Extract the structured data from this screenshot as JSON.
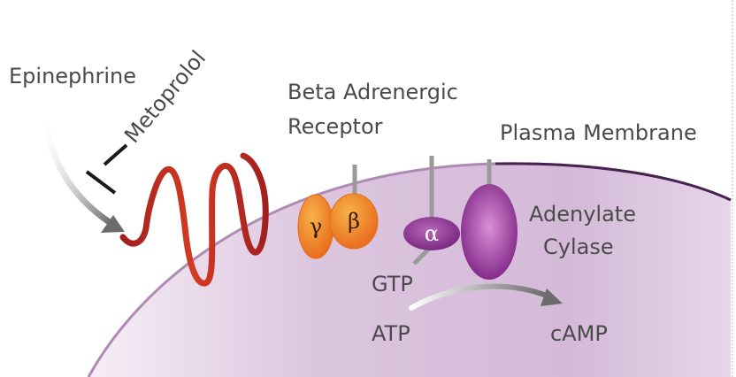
{
  "labels": {
    "epinephrine": "Epinephrine",
    "metoprolol": "Metoprolol",
    "receptor_line1": "Beta Adrenergic",
    "receptor_line2": "Receptor",
    "membrane": "Plasma Membrane",
    "adenylate_line1": "Adenylate",
    "adenylate_line2": "Cylase",
    "gtp": "GTP",
    "atp": "ATP",
    "camp": "cAMP",
    "gamma": "γ",
    "beta": "β",
    "alpha": "α"
  },
  "colors": {
    "cell_fill": "#d9c2dc",
    "membrane": "#4a1f52",
    "receptor": "#c0392b",
    "g_protein_orange": "#ef7d1a",
    "alpha_purple": "#7d2b86",
    "adenylate_purple": "#8b2d8f",
    "arrow_gray": "#6b6b6b",
    "text": "#4a4a4a"
  },
  "icons": {
    "inhibition": "t-bar-inhibit-icon",
    "activation": "curved-arrow-icon"
  }
}
